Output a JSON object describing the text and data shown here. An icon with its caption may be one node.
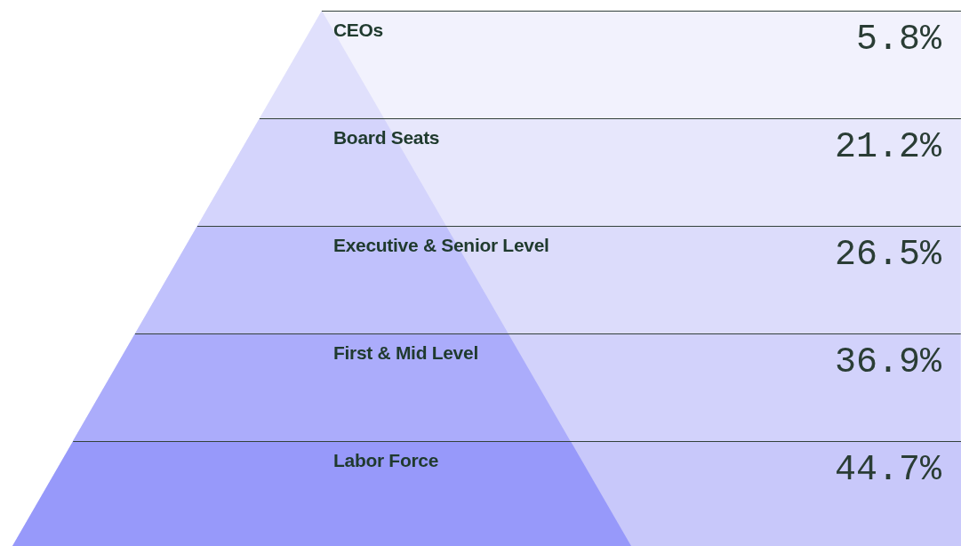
{
  "diagram": {
    "nodes": [
      {
        "text": [
          "CEOs",
          "5.8%"
        ]
      },
      {
        "text": [
          "Board Seats",
          "21.2%"
        ]
      },
      {
        "text": [
          "Executive & Senior Level",
          "26.5%"
        ]
      },
      {
        "text": [
          "First & Mid Level",
          "36.9%"
        ]
      },
      {
        "text": [
          "Labor Force",
          "44.7%"
        ]
      }
    ]
  }
}
